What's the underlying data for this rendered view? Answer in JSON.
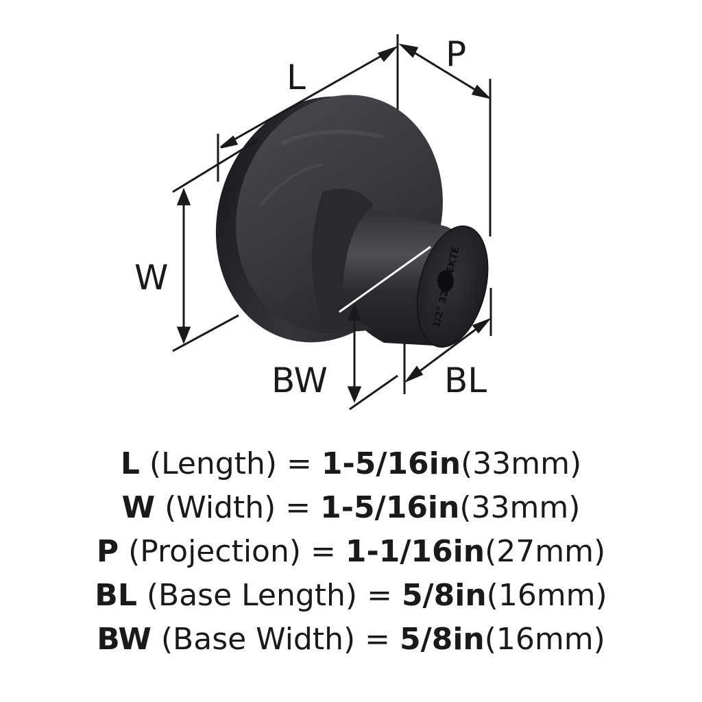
{
  "diagram": {
    "labels": {
      "L": "L",
      "P": "P",
      "W": "W",
      "BW": "BW",
      "BL": "BL"
    },
    "end_cap_text": "1/2\" 32 ASEKTE"
  },
  "specs": [
    {
      "code": "L",
      "desc": " (Length) = ",
      "imperial": "1-5/16in",
      "metric": "(33mm)"
    },
    {
      "code": "W",
      "desc": " (Width) = ",
      "imperial": "1-5/16in",
      "metric": "(33mm)"
    },
    {
      "code": "P",
      "desc": " (Projection) = ",
      "imperial": "1-1/16in",
      "metric": "(27mm)"
    },
    {
      "code": "BL",
      "desc": " (Base Length) = ",
      "imperial": "5/8in",
      "metric": "(16mm)"
    },
    {
      "code": "BW",
      "desc": " (Base Width) = ",
      "imperial": "5/8in",
      "metric": "(16mm)"
    }
  ],
  "colors": {
    "ink": "#1a1a1a",
    "metal_dark": "#2a2a2d",
    "metal_mid": "#3c3c40",
    "metal_light": "#5a5a60"
  }
}
